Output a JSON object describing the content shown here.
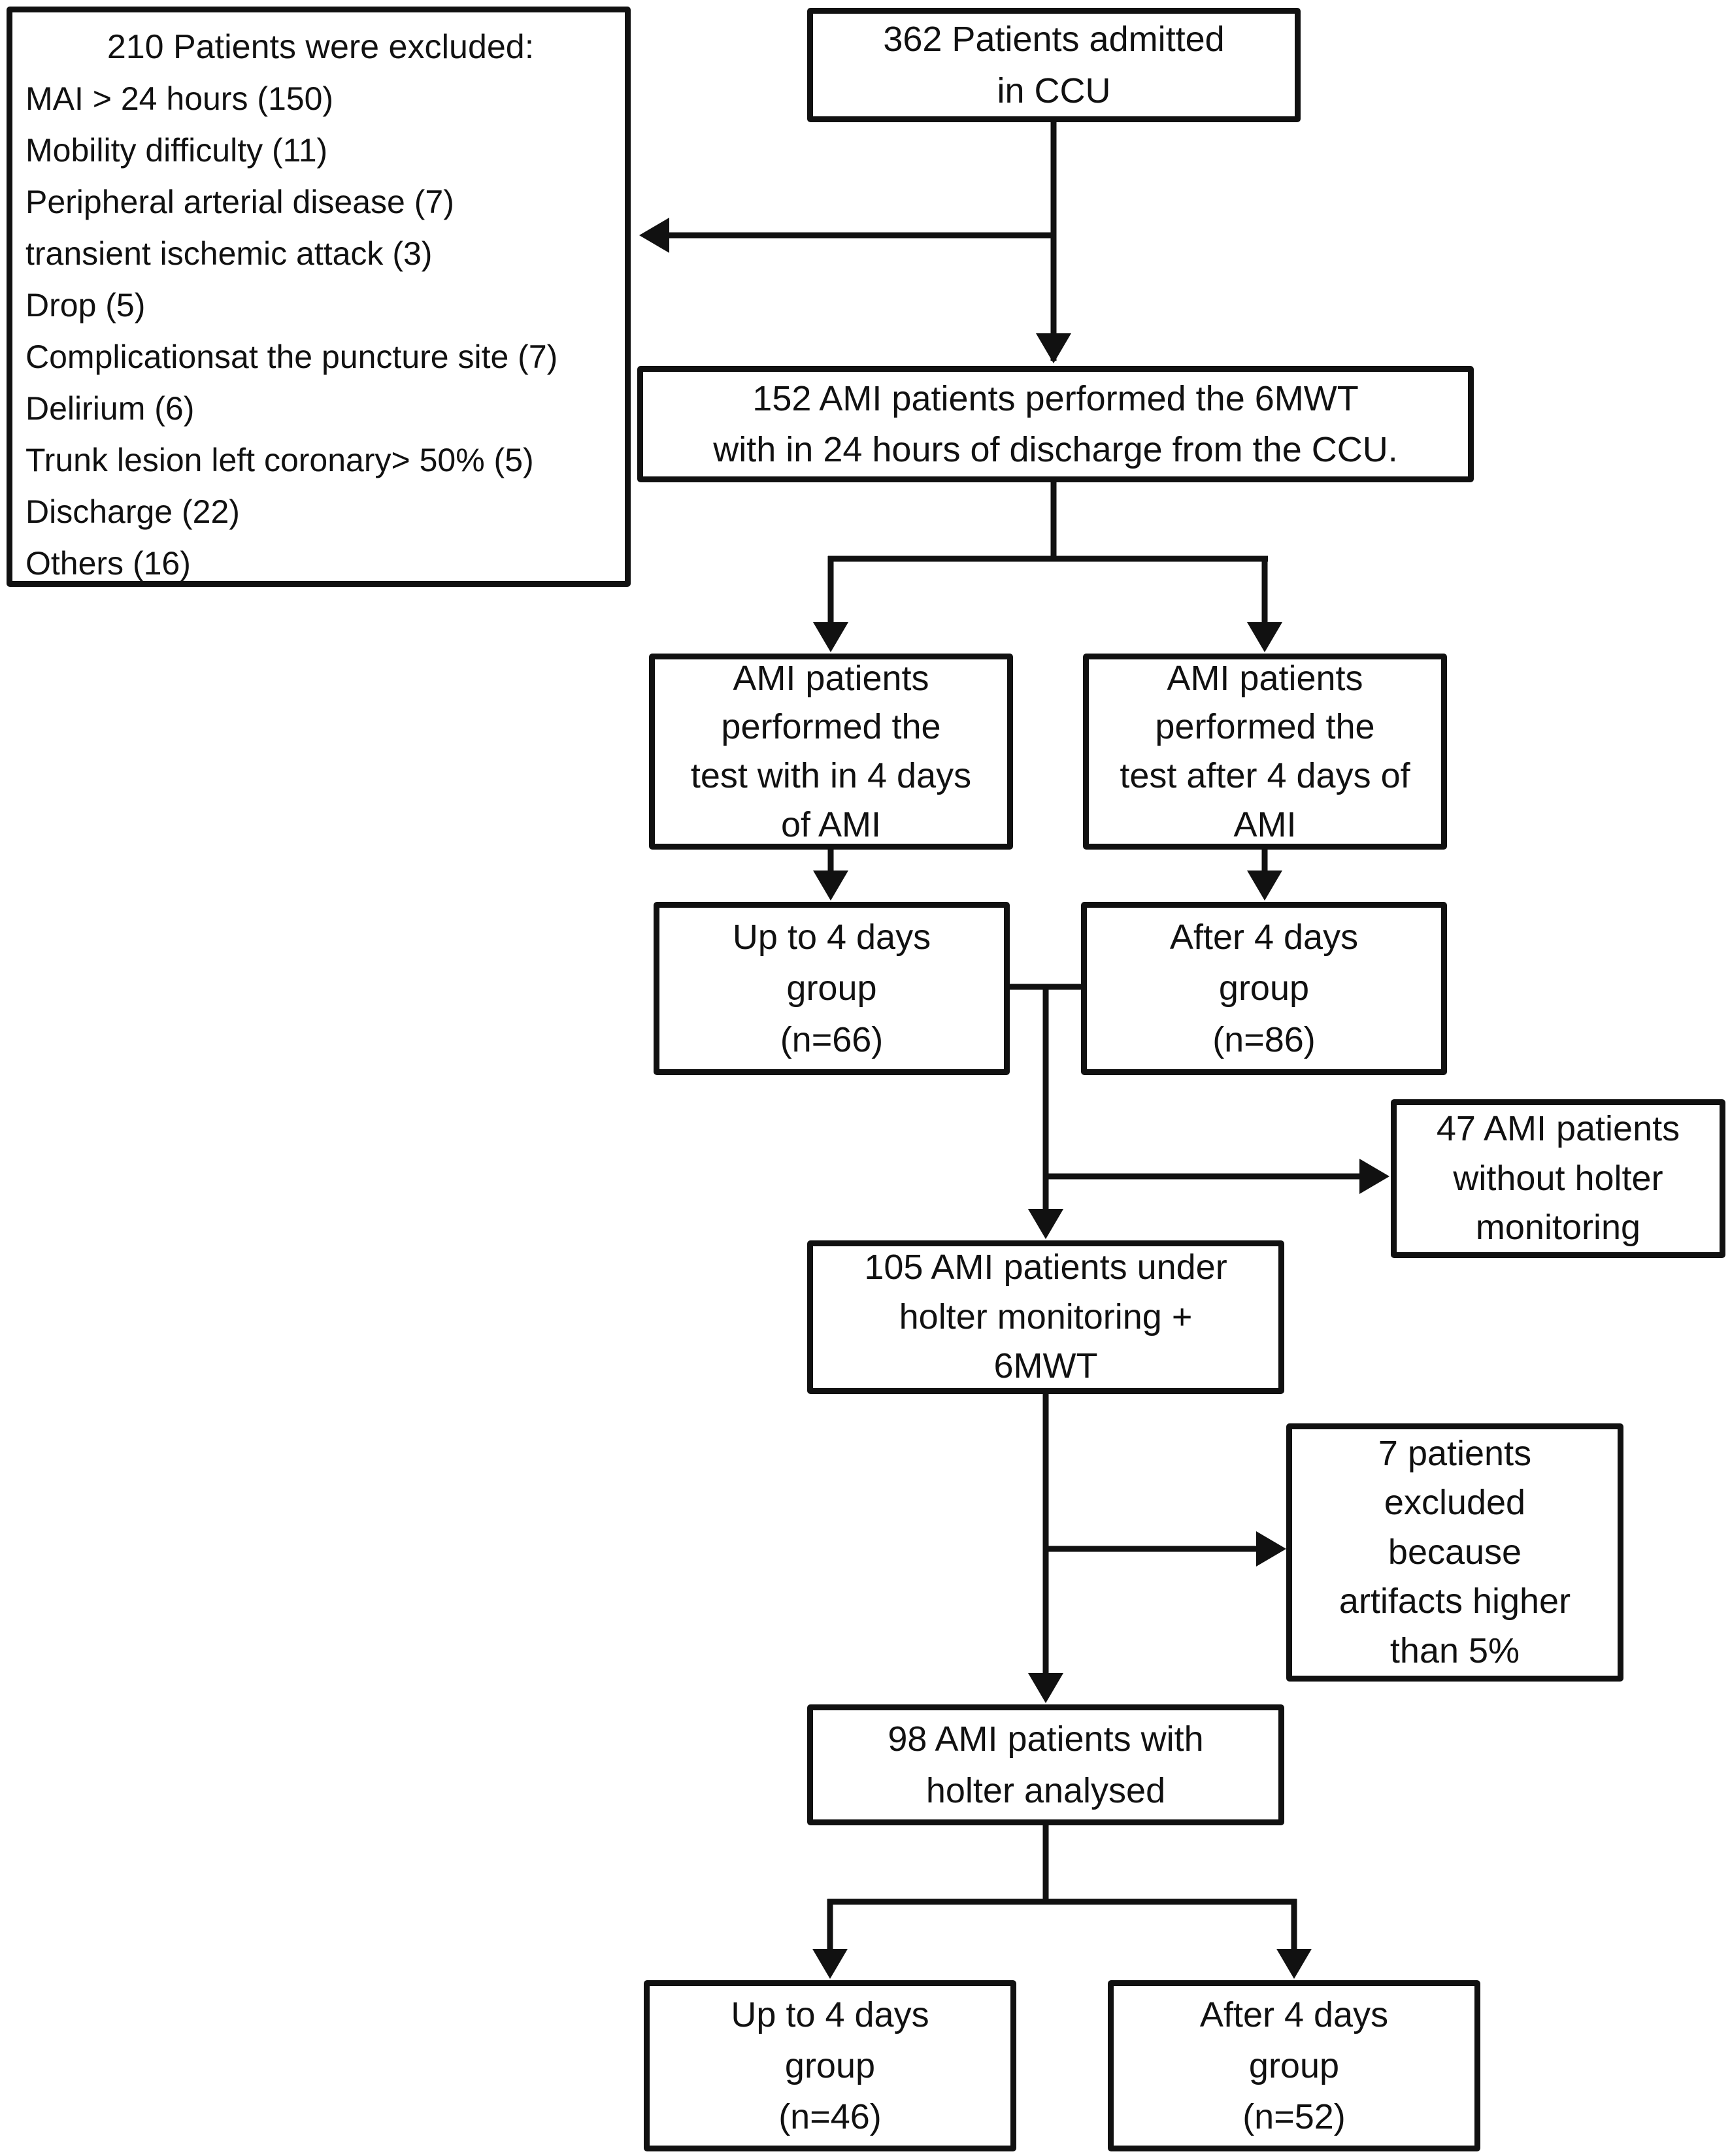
{
  "colors": {
    "background": "#ffffff",
    "line": "#111111",
    "text": "#111111"
  },
  "boxes": {
    "excluded": {
      "title": "210 Patients were excluded:",
      "items": [
        "MAI > 24 hours (150)",
        "Mobility difficulty (11)",
        "Peripheral arterial disease (7)",
        "transient ischemic attack (3)",
        "Drop (5)",
        "Complicationsat the puncture site (7)",
        "Delirium (6)",
        "Trunk lesion left coronary> 50% (5)",
        "Discharge (22)",
        "Others (16)"
      ]
    },
    "admitted": {
      "text": "362 Patients admitted\nin CCU"
    },
    "performed_6mwt": {
      "text": "152 AMI patients performed the 6MWT\nwith in 24 hours of discharge from the CCU."
    },
    "within_4_days": {
      "text": "AMI patients\nperformed the\ntest with in 4 days\nof AMI"
    },
    "after_4_days": {
      "text": "AMI patients\nperformed the\ntest after 4 days of\nAMI"
    },
    "up_to_4_days_group": {
      "text": "Up to 4 days\ngroup\n(n=66)"
    },
    "after_4_days_group": {
      "text": "After 4 days\ngroup\n(n=86)"
    },
    "without_holter": {
      "text": "47 AMI patients\nwithout holter\nmonitoring"
    },
    "under_holter": {
      "text": "105 AMI patients under\nholter monitoring +\n6MWT"
    },
    "artifacts_excluded": {
      "text": "7 patients\nexcluded\nbecause\nartifacts higher\nthan 5%"
    },
    "holter_analysed": {
      "text": "98 AMI patients with\nholter analysed"
    },
    "final_up_to_4_group": {
      "text": "Up to 4 days\ngroup\n(n=46)"
    },
    "final_after_4_group": {
      "text": "After 4 days\ngroup\n(n=52)"
    }
  }
}
